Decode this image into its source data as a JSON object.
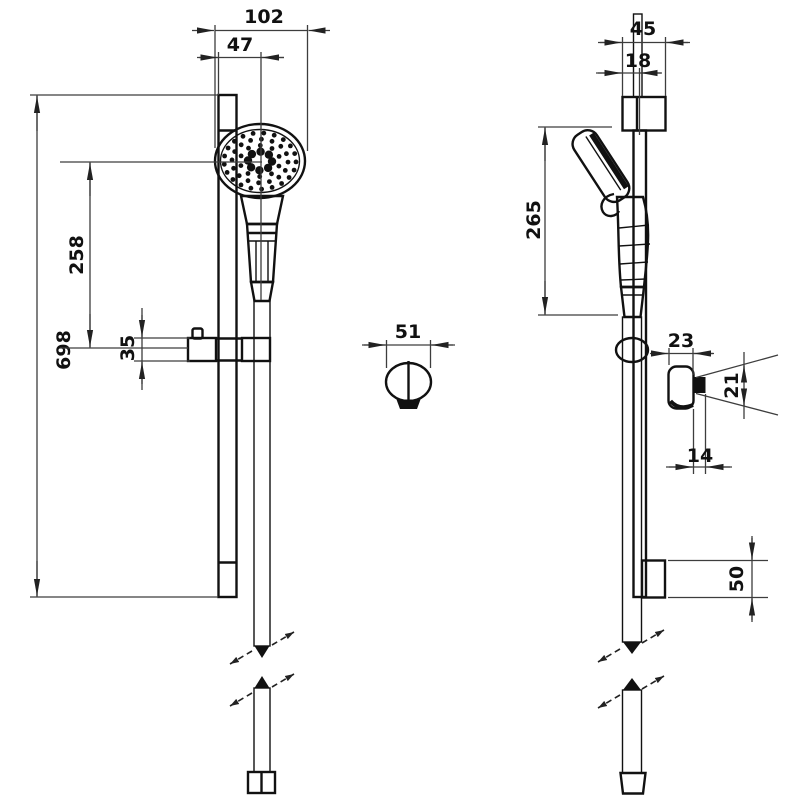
{
  "dimensions": {
    "head_diameter": "102",
    "rail_to_head_center": "47",
    "rail_length": "698",
    "head_center_to_holder": "258",
    "holder_height": "35",
    "holder_width": "51",
    "top_bracket_width": "45",
    "rail_depth": "18",
    "handset_height": "265",
    "wall_holder_depth": "23",
    "wall_holder_knob_height": "21",
    "wall_holder_knob_width": "14",
    "bottom_bracket_height": "50"
  },
  "colors": {
    "line": "#111111",
    "dimension_line": "#3d3d3d",
    "background": "#ffffff"
  }
}
